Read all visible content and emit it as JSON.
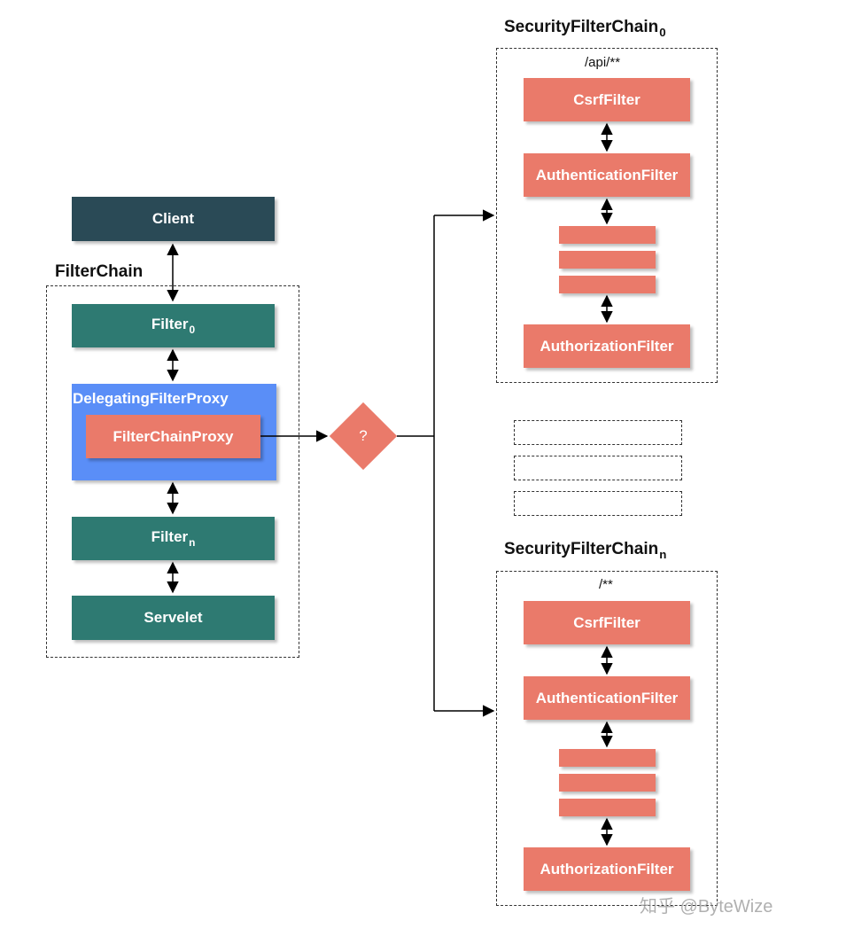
{
  "client": {
    "label": "Client"
  },
  "filter_chain": {
    "title": "FilterChain",
    "filter0": {
      "name": "Filter",
      "sub": "0"
    },
    "delegating_proxy": {
      "label": "DelegatingFilterProxy",
      "inner": "FilterChainProxy"
    },
    "filtern": {
      "name": "Filter",
      "sub": "n"
    },
    "servlet": {
      "label": "Servelet"
    }
  },
  "decision": {
    "label": "?"
  },
  "security_chain_0": {
    "title": "SecurityFilterChain",
    "sub": "0",
    "pattern": "/api/**",
    "filters": [
      "CsrfFilter",
      "AuthenticationFilter",
      "AuthorizationFilter"
    ]
  },
  "security_chain_n": {
    "title": "SecurityFilterChain",
    "sub": "n",
    "pattern": "/**",
    "filters": [
      "CsrfFilter",
      "AuthenticationFilter",
      "AuthorizationFilter"
    ]
  },
  "watermark": "知乎 @ByteWize",
  "colors": {
    "client": "#2a4a56",
    "filter": "#2e7a72",
    "proxy_container": "#5a8ef7",
    "security_filter": "#ea7a6a"
  }
}
